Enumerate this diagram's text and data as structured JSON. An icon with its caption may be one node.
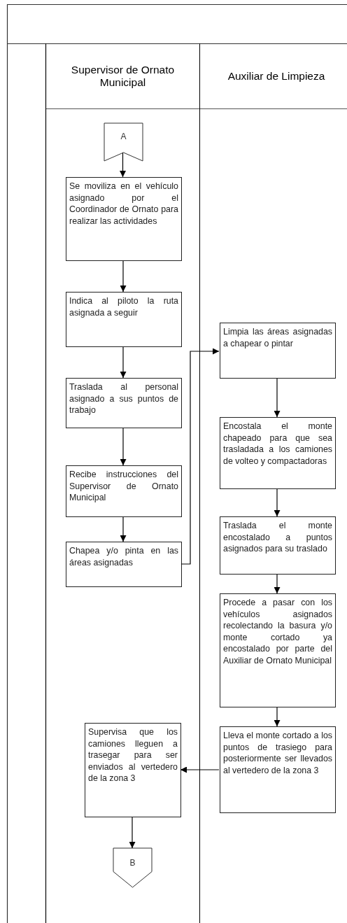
{
  "diagram": {
    "nodes": [
      {
        "text": [
          "Supervisor de Ornato Municipal"
        ]
      },
      {
        "text": [
          "Auxiliar de Limpieza"
        ]
      },
      {
        "text": [
          "A"
        ],
        "in": 0
      },
      {
        "text": [
          "Se moviliza en el vehículo asignado por el Coordinador de Ornato para realizar las actividades"
        ],
        "in": 0
      },
      {
        "text": [
          "Indica al piloto la ruta asignada a seguir"
        ],
        "in": 0
      },
      {
        "text": [
          "Traslada al personal asignado a sus puntos de trabajo"
        ],
        "in": 0
      },
      {
        "text": [
          "Recibe instrucciones del Supervisor de Ornato Municipal"
        ],
        "in": 0
      },
      {
        "text": [
          "Chapea y/o pinta en las áreas asignadas"
        ],
        "in": 0
      },
      {
        "text": [
          "Limpia las áreas asignadas a chapear o pintar"
        ],
        "in": 1
      },
      {
        "text": [
          "Encostala el monte chapeado para que sea trasladada a los camiones de volteo y compactadoras"
        ],
        "in": 1
      },
      {
        "text": [
          "Traslada el monte encostalado a puntos asignados para su traslado"
        ],
        "in": 1
      },
      {
        "text": [
          "Procede a pasar con los vehículos asignados recolectando la basura y/o monte cortado ya encostalado por parte del Auxiliar de Ornato Municipal"
        ],
        "in": 1
      },
      {
        "text": [
          "Lleva el monte cortado a los puntos de trasiego para posteriormente ser llevados al vertedero de la zona 3"
        ],
        "in": 1
      },
      {
        "text": [
          "Supervisa que los camiones lleguen a trasegar para ser enviados al vertedero de la zona 3"
        ],
        "in": 0
      },
      {
        "text": [
          "B"
        ],
        "in": 0
      }
    ],
    "edges": [
      {
        "from": 2,
        "to": 3,
        "arrow": "to"
      },
      {
        "from": 3,
        "to": 4,
        "arrow": "to"
      },
      {
        "from": 4,
        "to": 5,
        "arrow": "to"
      },
      {
        "from": 5,
        "to": 6,
        "arrow": "to"
      },
      {
        "from": 6,
        "to": 7,
        "arrow": "to"
      },
      {
        "from": 7,
        "to": 8,
        "arrow": "to"
      },
      {
        "from": 8,
        "to": 9,
        "arrow": "to"
      },
      {
        "from": 9,
        "to": 10,
        "arrow": "to"
      },
      {
        "from": 10,
        "to": 11,
        "arrow": "to"
      },
      {
        "from": 11,
        "to": 12,
        "arrow": "to"
      },
      {
        "from": 12,
        "to": 13,
        "arrow": "to"
      },
      {
        "from": 13,
        "to": 14,
        "arrow": "to"
      }
    ]
  }
}
